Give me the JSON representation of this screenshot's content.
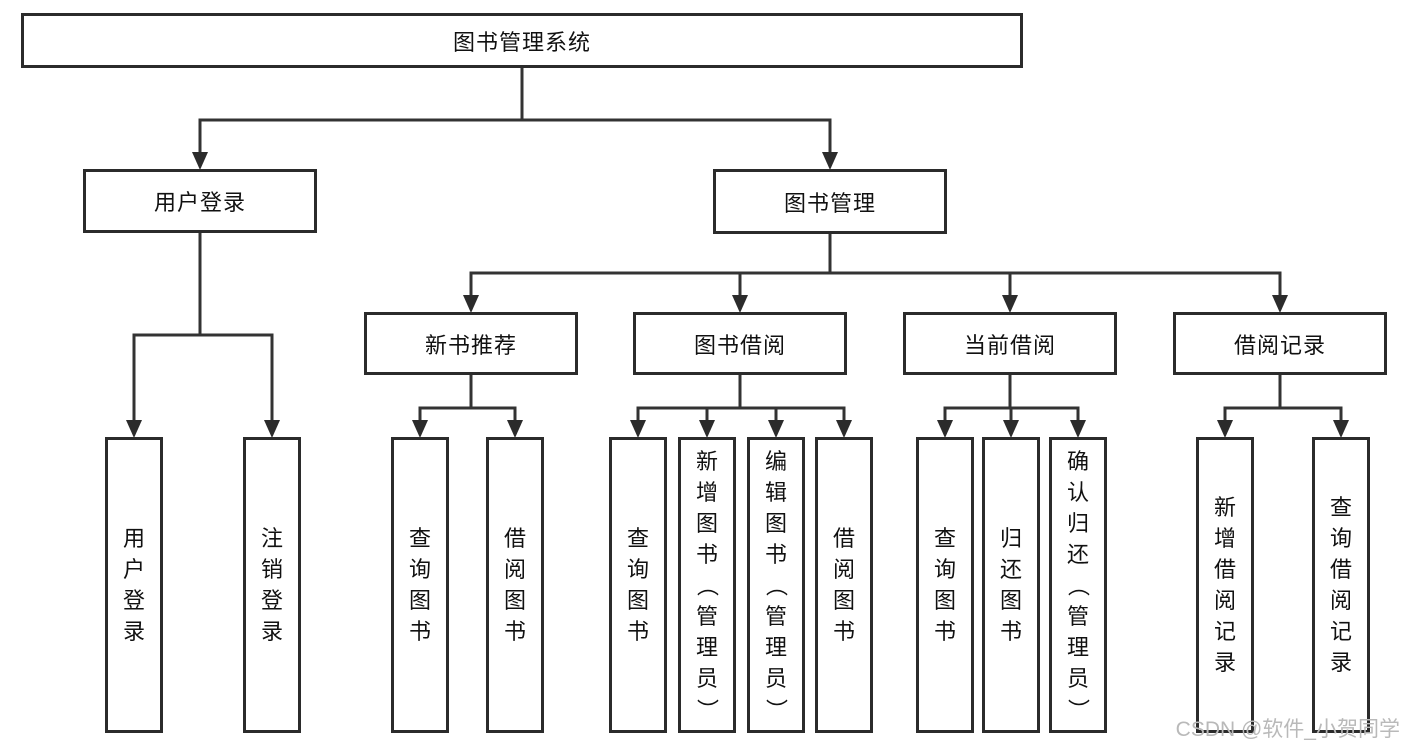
{
  "colors": {
    "background": "#ffffff",
    "box_border": "#2b2b2b",
    "connector_line": "#333333",
    "text": "#111111",
    "watermark": "#b9b9b9"
  },
  "tree": {
    "root": {
      "label": "图书管理系统"
    },
    "branches": [
      {
        "label": "用户登录",
        "children": [
          {
            "label": "用户登录"
          },
          {
            "label": "注销登录"
          }
        ]
      },
      {
        "label": "图书管理",
        "children": [
          {
            "label": "新书推荐",
            "children": [
              {
                "label": "查询图书"
              },
              {
                "label": "借阅图书"
              }
            ]
          },
          {
            "label": "图书借阅",
            "children": [
              {
                "label": "查询图书"
              },
              {
                "label": "新增图书（管理员）"
              },
              {
                "label": "编辑图书（管理员）"
              },
              {
                "label": "借阅图书"
              }
            ]
          },
          {
            "label": "当前借阅",
            "children": [
              {
                "label": "查询图书"
              },
              {
                "label": "归还图书"
              },
              {
                "label": "确认归还（管理员）"
              }
            ]
          },
          {
            "label": "借阅记录",
            "children": [
              {
                "label": "新增借阅记录"
              },
              {
                "label": "查询借阅记录"
              }
            ]
          }
        ]
      }
    ]
  },
  "watermark": {
    "text": "CSDN @软件_小贺同学"
  }
}
